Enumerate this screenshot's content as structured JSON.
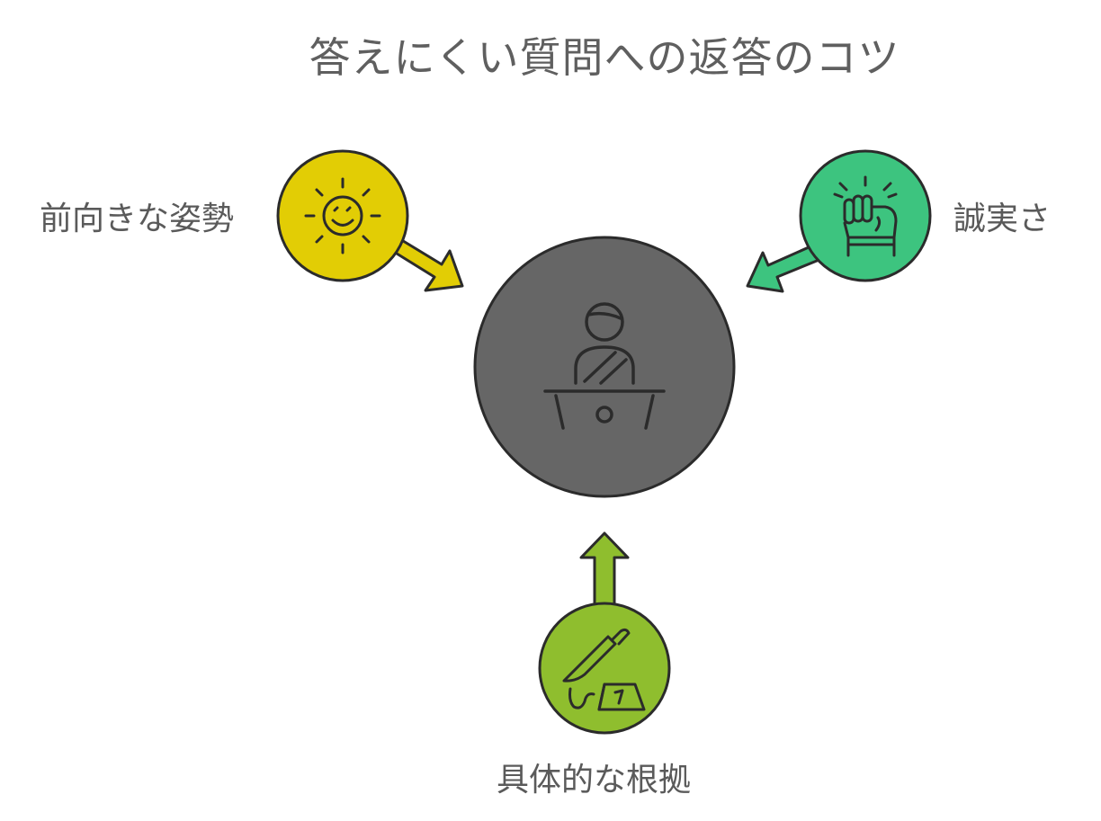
{
  "title": "答えにくい質問への返答のコツ",
  "nodes": {
    "center": {
      "icon": "speaker-at-podium-icon",
      "fill": "#666666"
    },
    "left": {
      "label": "前向きな姿勢",
      "icon": "smiling-sun-icon",
      "fill": "#e2cd05"
    },
    "right": {
      "label": "誠実さ",
      "icon": "raised-fist-icon",
      "fill": "#3dc47f"
    },
    "bottom": {
      "label": "具体的な根拠",
      "icon": "knife-evidence-marker-icon",
      "fill": "#8fbe2e"
    }
  },
  "outline_color": "#2b2b2b"
}
